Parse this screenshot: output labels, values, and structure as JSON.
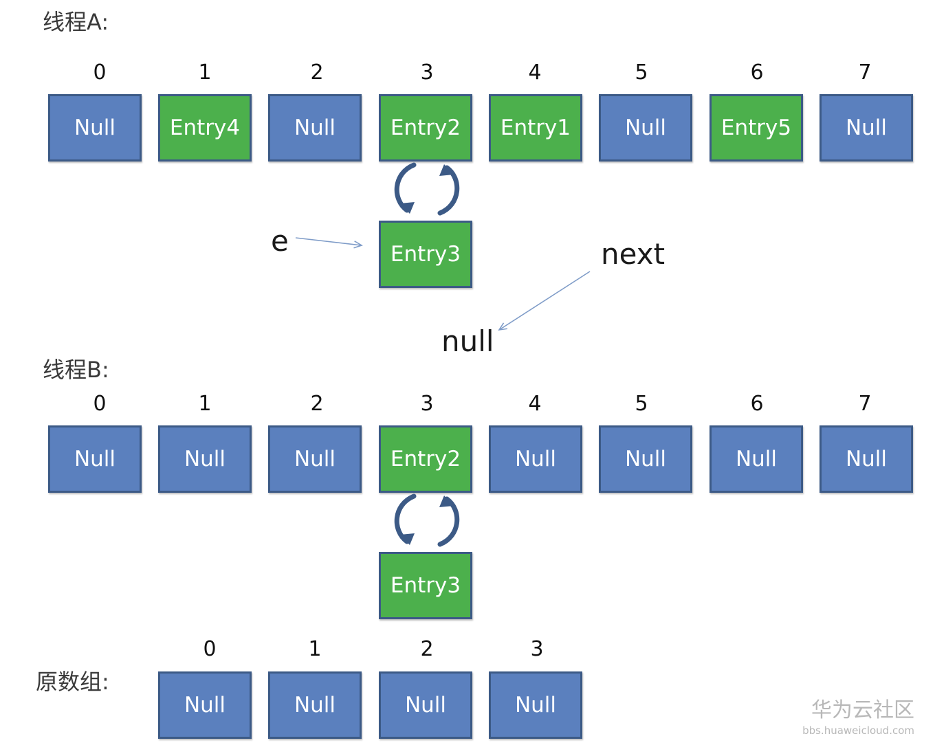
{
  "threadA": {
    "label": "线程A:",
    "indices": [
      "0",
      "1",
      "2",
      "3",
      "4",
      "5",
      "6",
      "7"
    ],
    "cells": [
      {
        "text": "Null",
        "color": "blue"
      },
      {
        "text": "Entry4",
        "color": "green"
      },
      {
        "text": "Null",
        "color": "blue"
      },
      {
        "text": "Entry2",
        "color": "green"
      },
      {
        "text": "Entry1",
        "color": "green"
      },
      {
        "text": "Null",
        "color": "blue"
      },
      {
        "text": "Entry5",
        "color": "green"
      },
      {
        "text": "Null",
        "color": "blue"
      }
    ],
    "chain_node": "Entry3",
    "e_label": "e",
    "next_label": "next",
    "null_label": "null"
  },
  "threadB": {
    "label": "线程B:",
    "indices": [
      "0",
      "1",
      "2",
      "3",
      "4",
      "5",
      "6",
      "7"
    ],
    "cells": [
      {
        "text": "Null",
        "color": "blue"
      },
      {
        "text": "Null",
        "color": "blue"
      },
      {
        "text": "Null",
        "color": "blue"
      },
      {
        "text": "Entry2",
        "color": "green"
      },
      {
        "text": "Null",
        "color": "blue"
      },
      {
        "text": "Null",
        "color": "blue"
      },
      {
        "text": "Null",
        "color": "blue"
      },
      {
        "text": "Null",
        "color": "blue"
      }
    ],
    "chain_node": "Entry3"
  },
  "original": {
    "label": "原数组:",
    "indices": [
      "0",
      "1",
      "2",
      "3"
    ],
    "cells": [
      {
        "text": "Null",
        "color": "blue"
      },
      {
        "text": "Null",
        "color": "blue"
      },
      {
        "text": "Null",
        "color": "blue"
      },
      {
        "text": "Null",
        "color": "blue"
      }
    ]
  },
  "watermark": {
    "title": "华为云社区",
    "url": "bbs.huaweicloud.com"
  },
  "colors": {
    "blue_cell": "#5b80be",
    "green_cell": "#4cb04c",
    "border": "#3c5a86",
    "arrow": "#3c5a86",
    "thin_arrow": "#7f9cc8"
  }
}
